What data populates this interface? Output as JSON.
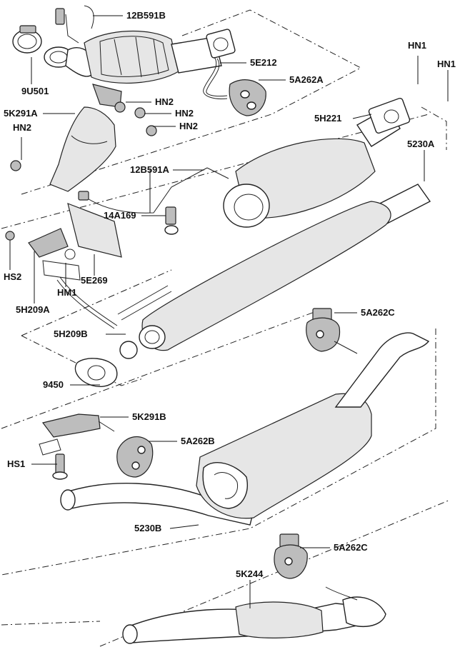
{
  "diagram": {
    "labels": {
      "12B591B": "12B591B",
      "9U501": "9U501",
      "5E212": "5E212",
      "5A262A": "5A262A",
      "HN1_a": "HN1",
      "HN1_b": "HN1",
      "5K291A": "5K291A",
      "HN2_a": "HN2",
      "HN2_b": "HN2",
      "HN2_c": "HN2",
      "HN2_d": "HN2",
      "5H221": "5H221",
      "5230A": "5230A",
      "12B591A": "12B591A",
      "14A169": "14A169",
      "HS2": "HS2",
      "5E269": "5E269",
      "HM1": "HM1",
      "5H209A": "5H209A",
      "5A262C_a": "5A262C",
      "5H209B": "5H209B",
      "9450": "9450",
      "5K291B": "5K291B",
      "5A262B": "5A262B",
      "HS1": "HS1",
      "5230B": "5230B",
      "5A262C_b": "5A262C",
      "5K244": "5K244"
    }
  }
}
